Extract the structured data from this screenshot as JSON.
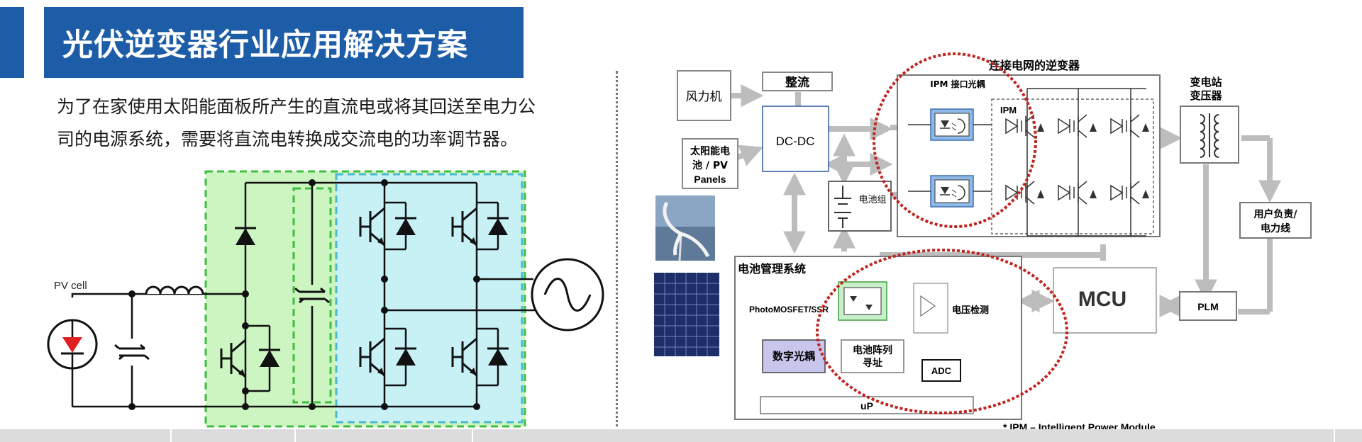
{
  "title": "光伏逆变器行业应用解决方案",
  "description_lines": [
    "为了在家使用太阳能面板所产生的直流电或将其回送至电力公",
    "司的电源系统，需要将直流电转换成交流电的功率调节器。"
  ],
  "left_circuit": {
    "pv_label": "PV cell"
  },
  "right_diagram": {
    "wind_label": "风力机",
    "rectifier_label": "整流",
    "solar_label_lines": [
      "太阳能电",
      "池 / PV",
      "Panels"
    ],
    "dcdc_label": "DC-DC",
    "battery_group_label": "电池组",
    "grid_inverter_label": "连接电网的逆变器",
    "ipm_interface_label": "IPM 接口光耦",
    "ipm_label": "IPM",
    "substation_label_lines": [
      "变电站",
      "变压器"
    ],
    "user_load_label_lines": [
      "用户负责/",
      "电力线"
    ],
    "bms_label": "电池管理系统",
    "photomosfet_label": "PhotoMOSFET/SSR",
    "voltage_detect_label": "电压检测",
    "mcu_label": "MCU",
    "plm_label": "PLM",
    "digital_optocoupler_label": "数字光耦",
    "battery_array_label_lines": [
      "电池阵列",
      "寻址"
    ],
    "adc_label": "ADC",
    "up_label": "uP",
    "footnote": "* IPM – Intelligent Power Module"
  },
  "colors": {
    "title_bg": "#1d5da8",
    "green_region": "#ccf5c2",
    "green_dash": "#3fbf3f",
    "cyan_region": "#c8f1f6",
    "cyan_dash": "#4ab9d0",
    "highlight_circle": "#c0241f",
    "optocoupler_fill": "#8fb9e6",
    "digital_optocoupler_fill": "#c9c6ee",
    "connector_gray": "#bdbdbd"
  }
}
